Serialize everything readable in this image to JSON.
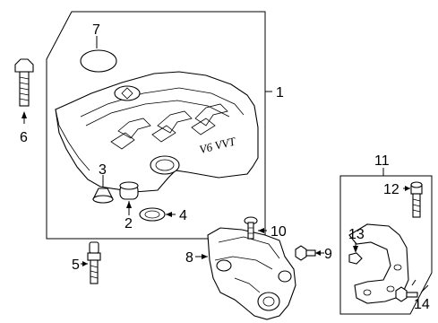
{
  "callouts": {
    "c1": "1",
    "c2": "2",
    "c3": "3",
    "c4": "4",
    "c5": "5",
    "c6": "6",
    "c7": "7",
    "c8": "8",
    "c9": "9",
    "c10": "10",
    "c11": "11",
    "c12": "12",
    "c13": "13",
    "c14": "14"
  },
  "engine_cover_text": "V6 VVT"
}
